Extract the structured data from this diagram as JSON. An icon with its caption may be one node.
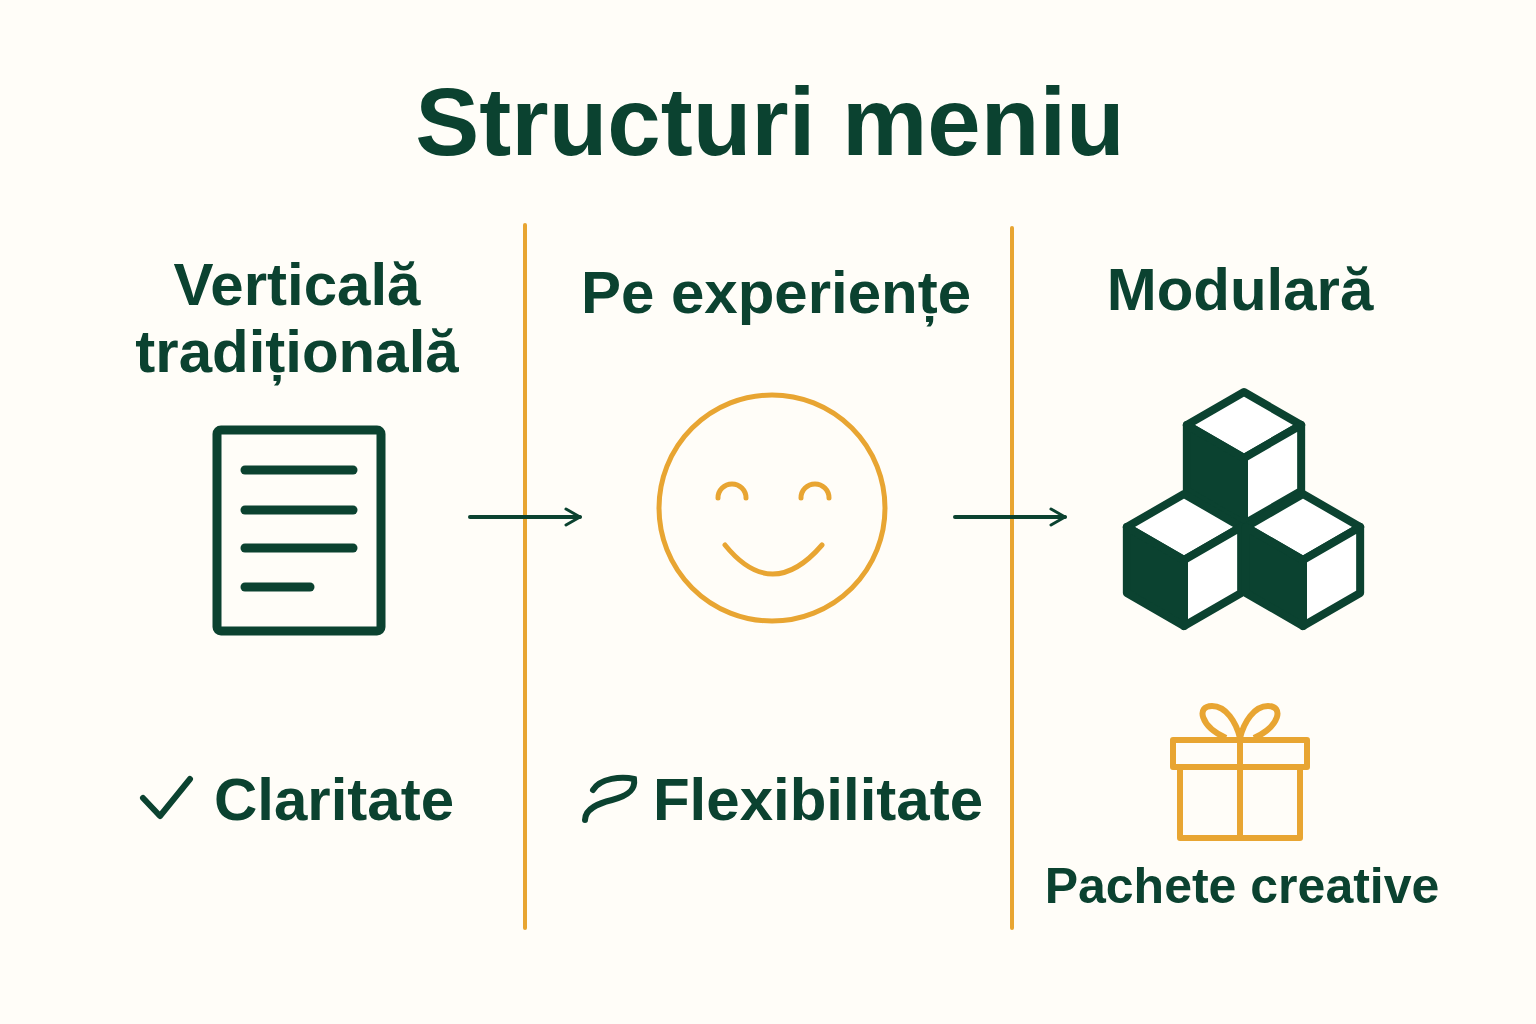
{
  "diagram": {
    "title": "Structuri meniu",
    "nodes": [
      {
        "text": [],
        "shape": "picture"
      },
      {
        "text": [],
        "shape": "circle"
      },
      {
        "text": [],
        "shape": "picture"
      }
    ],
    "edges": [
      {
        "from": 0,
        "to": 1,
        "arrow": "to"
      },
      {
        "from": 1,
        "to": 2,
        "arrow": "to"
      }
    ],
    "labels": [
      "Verticală tradițională",
      "Pe experiențe",
      "Modulară",
      "Claritate",
      "Flexibilitate",
      "Pachete creative"
    ]
  }
}
